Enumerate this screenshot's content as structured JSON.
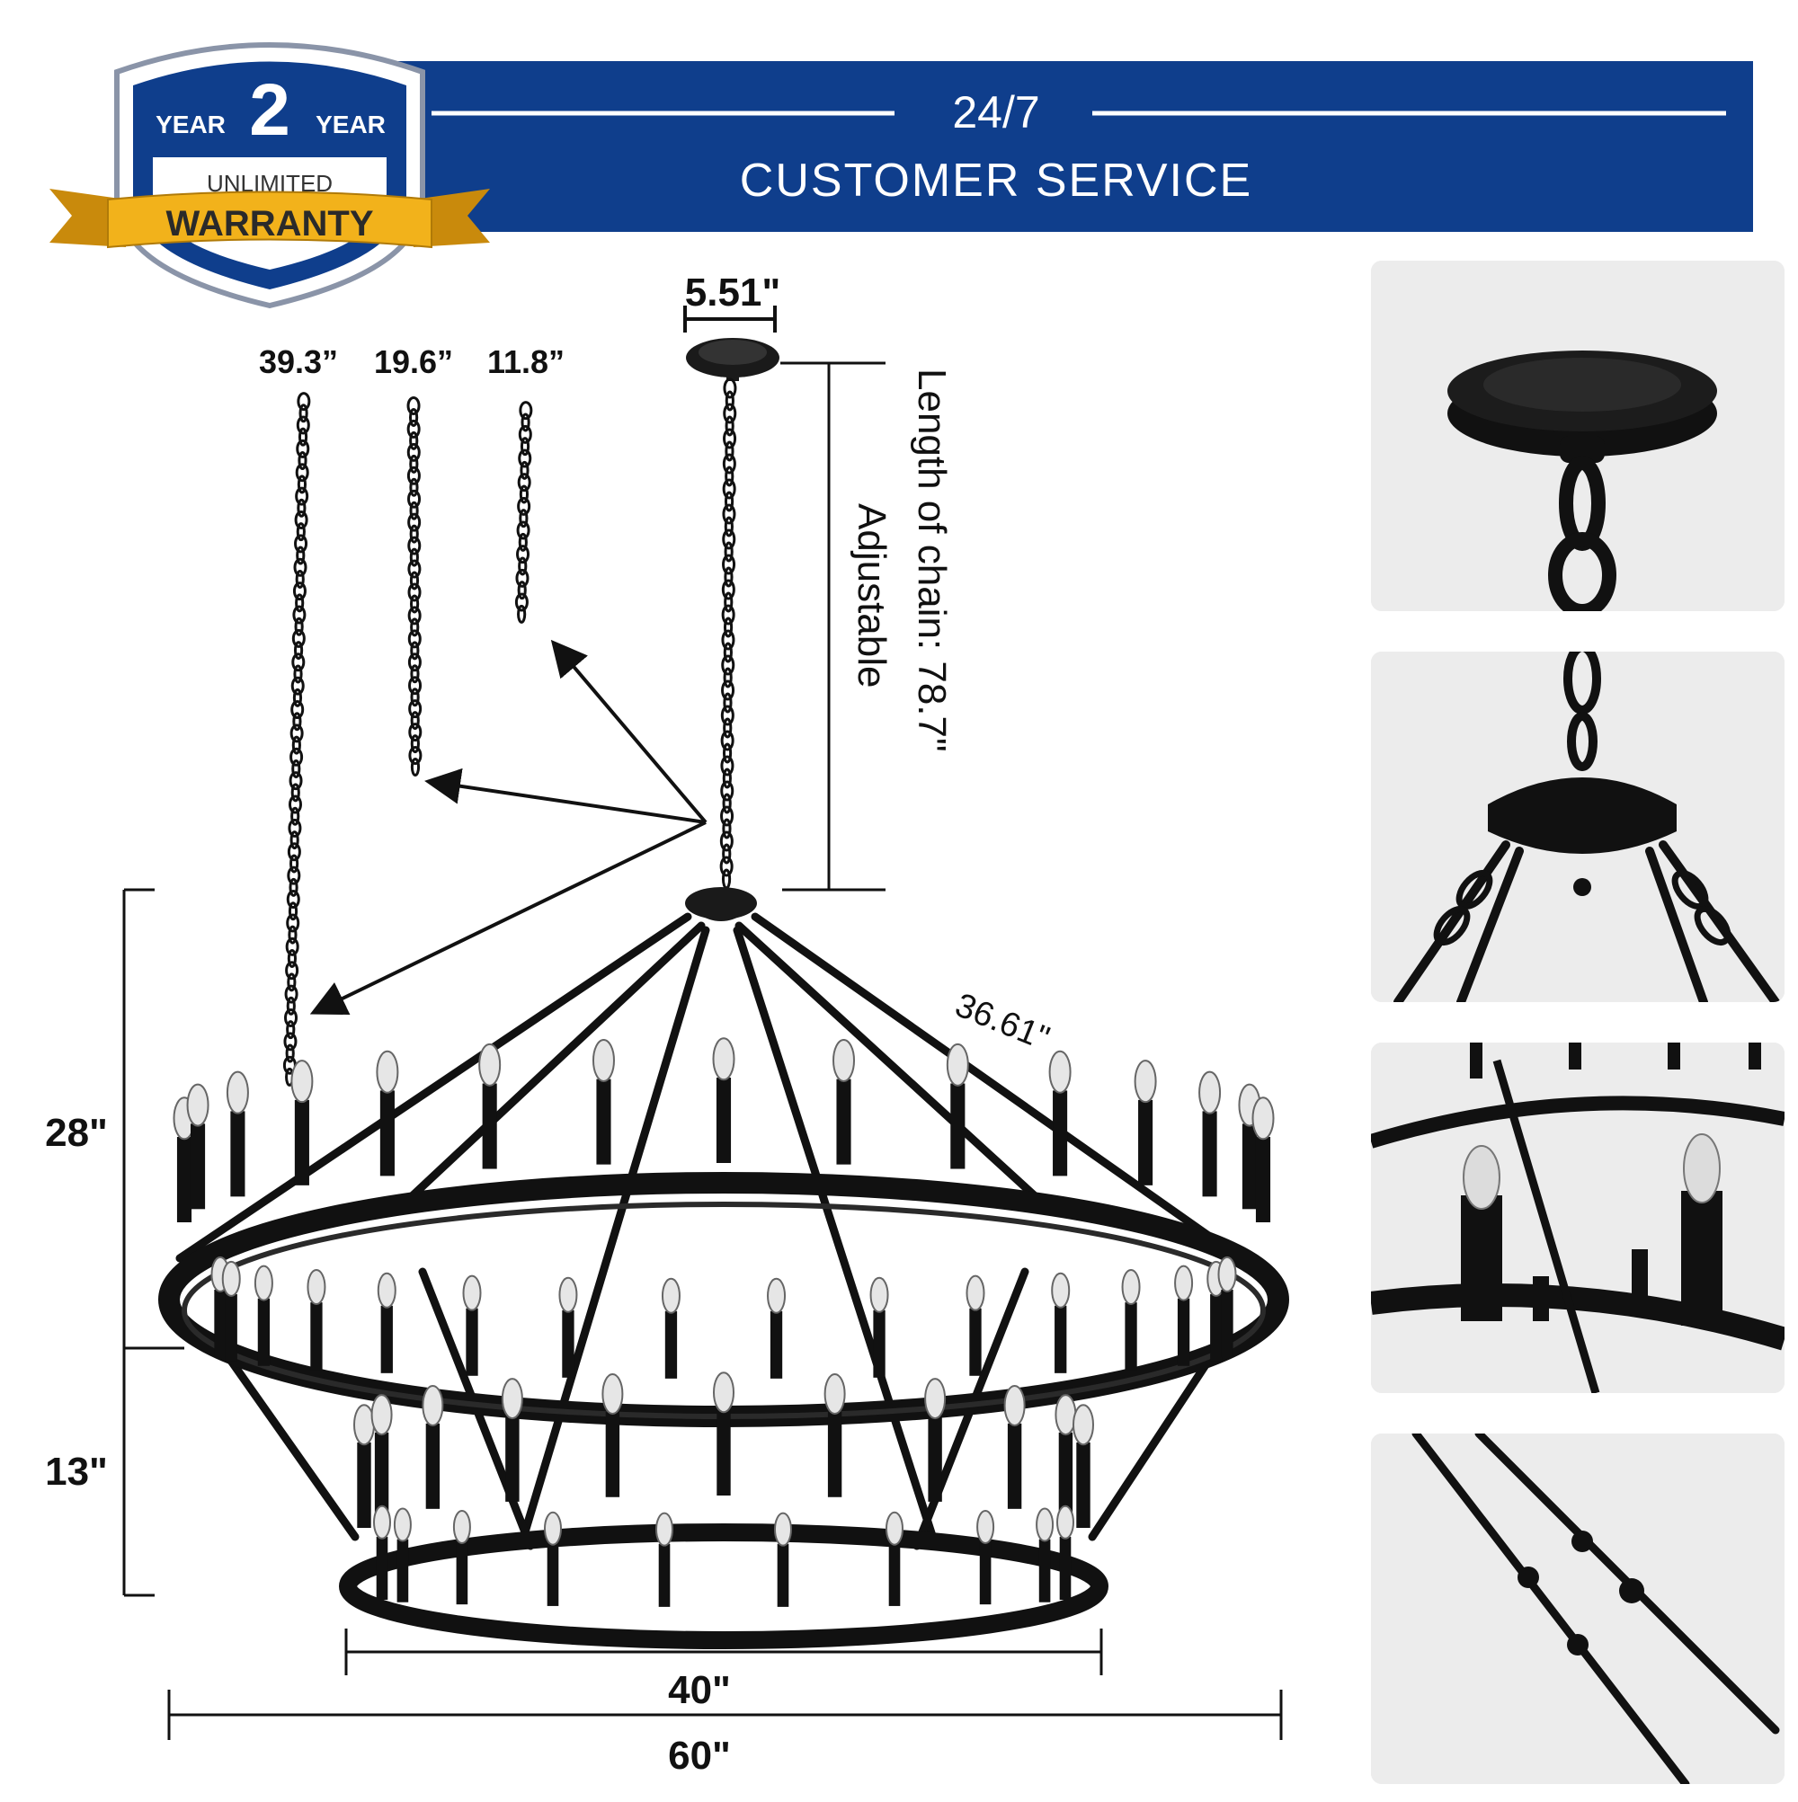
{
  "banner": {
    "line1": "24/7",
    "line2": "CUSTOMER SERVICE",
    "bg_color": "#0f3e8c"
  },
  "badge": {
    "year_left": "YEAR",
    "year_number": "2",
    "year_right": "YEAR",
    "unlimited": "UNLIMITED",
    "warranty": "WARRANTY",
    "shield_color": "#0f3e8c",
    "ribbon_color": "#f2b21b"
  },
  "dimensions": {
    "canopy_width": "5.51\"",
    "chain_options": [
      "39.3”",
      "19.6”",
      "11.8”"
    ],
    "chain_length_line1": "Length of chain: 78.7\"",
    "chain_length_line2": "Adjustable",
    "rod_length": "36.61\"",
    "upper_height": "28\"",
    "lower_height": "13\"",
    "inner_diameter": "40\"",
    "outer_diameter": "60\""
  },
  "thumbnails": [
    {
      "subject": "canopy-detail"
    },
    {
      "subject": "center-hub-detail"
    },
    {
      "subject": "candle-ring-detail"
    },
    {
      "subject": "rod-connector-detail"
    }
  ]
}
